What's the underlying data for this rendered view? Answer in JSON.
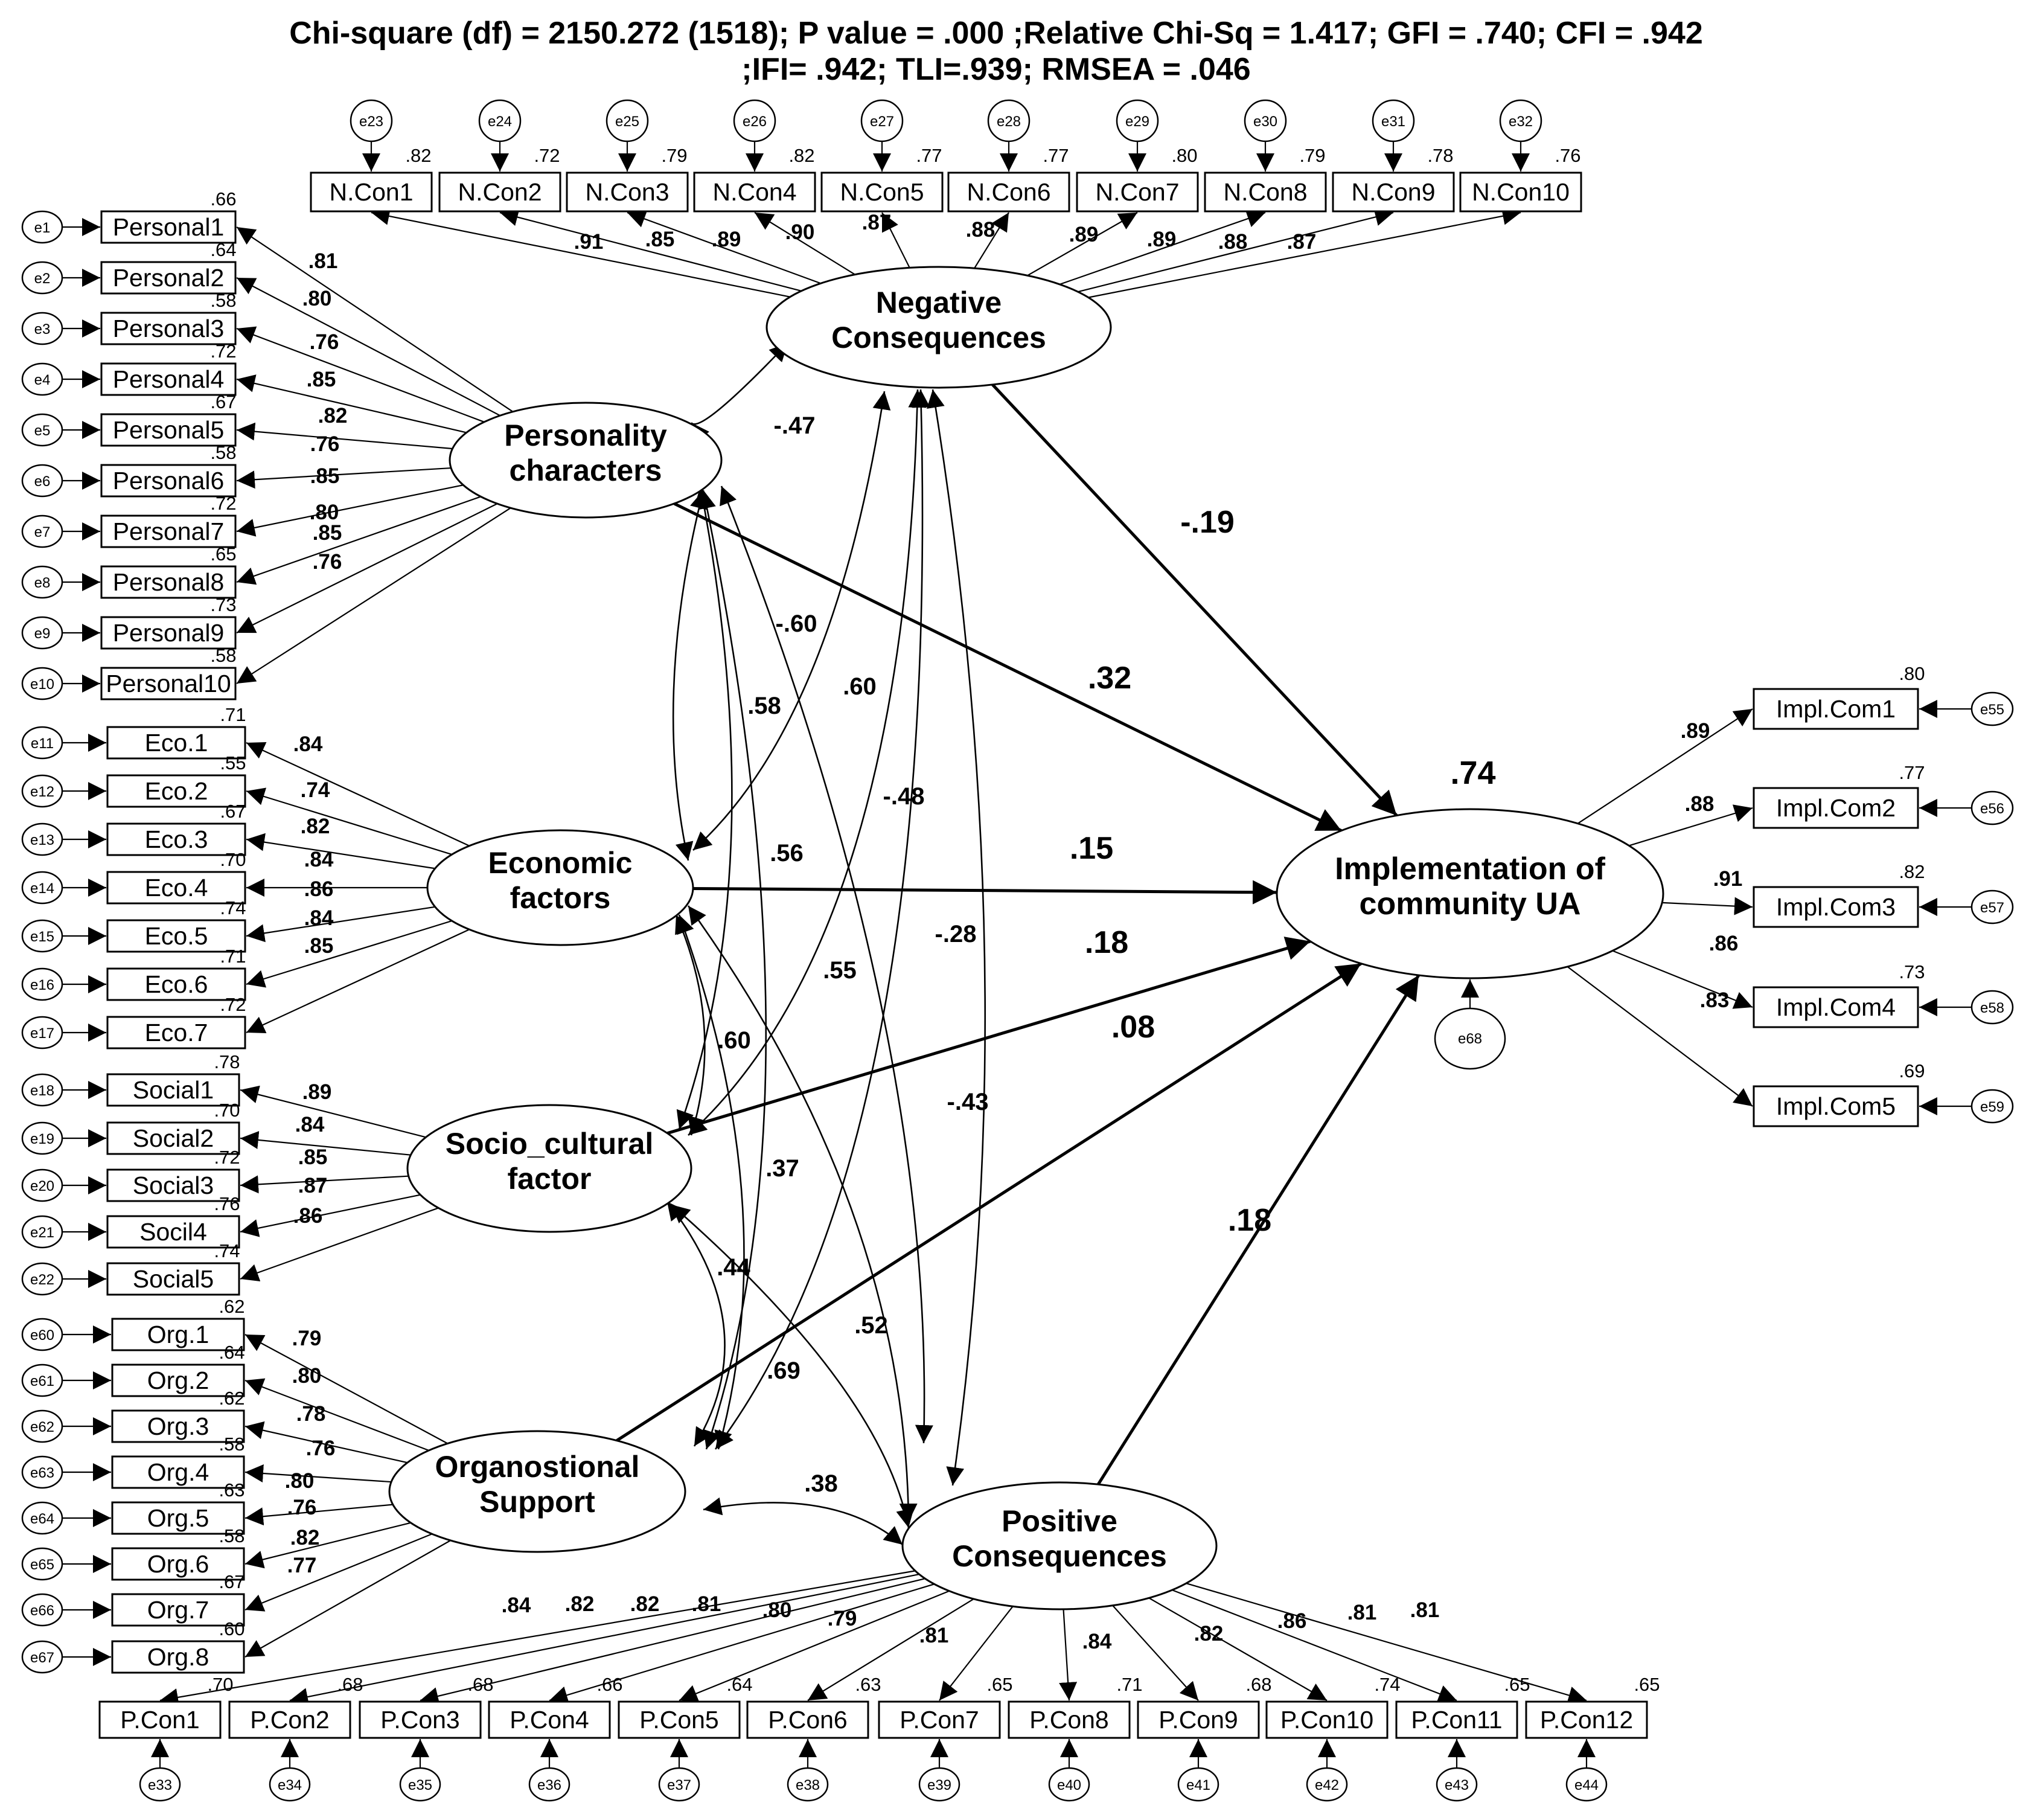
{
  "fit": {
    "line1": "Chi-square (df) = 2150.272 (1518);  P value = .000 ;Relative Chi-Sq = 1.417; GFI = .740; CFI = .942",
    "line2": ";IFI= .942; TLI=.939; RMSEA = .046"
  },
  "latents": {
    "neg": [
      "Negative",
      "Consequences"
    ],
    "pers": [
      "Personality",
      "characters"
    ],
    "eco": [
      "Economic",
      "factors"
    ],
    "soc": [
      "Socio_cultural",
      "factor"
    ],
    "org": [
      "Organostional",
      "Support"
    ],
    "pos": [
      "Positive",
      "Consequences"
    ],
    "impl": [
      "Implementation of",
      "community UA"
    ]
  },
  "disturbance": {
    "name": "e68",
    "impl_r2": ".74"
  },
  "negative": {
    "items": [
      {
        "label": "N.Con1",
        "err": "e23",
        "rsq": ".82",
        "load": ".91"
      },
      {
        "label": "N.Con2",
        "err": "e24",
        "rsq": ".72",
        "load": ".85"
      },
      {
        "label": "N.Con3",
        "err": "e25",
        "rsq": ".79",
        "load": ".89"
      },
      {
        "label": "N.Con4",
        "err": "e26",
        "rsq": ".82",
        "load": ".90"
      },
      {
        "label": "N.Con5",
        "err": "e27",
        "rsq": ".77",
        "load": ".87"
      },
      {
        "label": "N.Con6",
        "err": "e28",
        "rsq": ".77",
        "load": ".88"
      },
      {
        "label": "N.Con7",
        "err": "e29",
        "rsq": ".80",
        "load": ".89"
      },
      {
        "label": "N.Con8",
        "err": "e30",
        "rsq": ".79",
        "load": ".89"
      },
      {
        "label": "N.Con9",
        "err": "e31",
        "rsq": ".78",
        "load": ".88"
      },
      {
        "label": "N.Con10",
        "err": "e32",
        "rsq": ".76",
        "load": ".87"
      }
    ]
  },
  "personality": {
    "items": [
      {
        "label": "Personal1",
        "err": "e1",
        "rsq": ".66",
        "load": ".81"
      },
      {
        "label": "Personal2",
        "err": "e2",
        "rsq": ".64",
        "load": ".80"
      },
      {
        "label": "Personal3",
        "err": "e3",
        "rsq": ".58",
        "load": ".76"
      },
      {
        "label": "Personal4",
        "err": "e4",
        "rsq": ".72",
        "load": ".85"
      },
      {
        "label": "Personal5",
        "err": "e5",
        "rsq": ".67",
        "load": ".82"
      },
      {
        "label": "Personal6",
        "err": "e6",
        "rsq": ".58",
        "load": ".76"
      },
      {
        "label": "Personal7",
        "err": "e7",
        "rsq": ".72",
        "load": ".85"
      },
      {
        "label": "Personal8",
        "err": "e8",
        "rsq": ".65",
        "load": ".80"
      },
      {
        "label": "Personal9",
        "err": "e9",
        "rsq": ".73",
        "load": ".85"
      },
      {
        "label": "Personal10",
        "err": "e10",
        "rsq": ".58",
        "load": ".76"
      }
    ]
  },
  "economic": {
    "items": [
      {
        "label": "Eco.1",
        "err": "e11",
        "rsq": ".71",
        "load": ".84"
      },
      {
        "label": "Eco.2",
        "err": "e12",
        "rsq": ".55",
        "load": ".74"
      },
      {
        "label": "Eco.3",
        "err": "e13",
        "rsq": ".67",
        "load": ".82"
      },
      {
        "label": "Eco.4",
        "err": "e14",
        "rsq": ".70",
        "load": ".84"
      },
      {
        "label": "Eco.5",
        "err": "e15",
        "rsq": ".74",
        "load": ".86"
      },
      {
        "label": "Eco.6",
        "err": "e16",
        "rsq": ".71",
        "load": ".84"
      },
      {
        "label": "Eco.7",
        "err": "e17",
        "rsq": ".72",
        "load": ".85"
      }
    ]
  },
  "social": {
    "items": [
      {
        "label": "Social1",
        "err": "e18",
        "rsq": ".78",
        "load": ".89"
      },
      {
        "label": "Social2",
        "err": "e19",
        "rsq": ".70",
        "load": ".84"
      },
      {
        "label": "Social3",
        "err": "e20",
        "rsq": ".72",
        "load": ".85"
      },
      {
        "label": "Socil4",
        "err": "e21",
        "rsq": ".76",
        "load": ".87"
      },
      {
        "label": "Social5",
        "err": "e22",
        "rsq": ".74",
        "load": ".86"
      }
    ]
  },
  "organizational": {
    "items": [
      {
        "label": "Org.1",
        "err": "e60",
        "rsq": ".62",
        "load": ".79"
      },
      {
        "label": "Org.2",
        "err": "e61",
        "rsq": ".64",
        "load": ".80"
      },
      {
        "label": "Org.3",
        "err": "e62",
        "rsq": ".62",
        "load": ".78"
      },
      {
        "label": "Org.4",
        "err": "e63",
        "rsq": ".58",
        "load": ".76"
      },
      {
        "label": "Org.5",
        "err": "e64",
        "rsq": ".63",
        "load": ".80"
      },
      {
        "label": "Org.6",
        "err": "e65",
        "rsq": ".58",
        "load": ".76"
      },
      {
        "label": "Org.7",
        "err": "e66",
        "rsq": ".67",
        "load": ".82"
      },
      {
        "label": "Org.8",
        "err": "e67",
        "rsq": ".60",
        "load": ".77"
      }
    ]
  },
  "positive": {
    "items": [
      {
        "label": "P.Con1",
        "err": "e33",
        "rsq": ".70",
        "load": ".84"
      },
      {
        "label": "P.Con2",
        "err": "e34",
        "rsq": ".68",
        "load": ".82"
      },
      {
        "label": "P.Con3",
        "err": "e35",
        "rsq": ".68",
        "load": ".82"
      },
      {
        "label": "P.Con4",
        "err": "e36",
        "rsq": ".66",
        "load": ".81"
      },
      {
        "label": "P.Con5",
        "err": "e37",
        "rsq": ".64",
        "load": ".80"
      },
      {
        "label": "P.Con6",
        "err": "e38",
        "rsq": ".63",
        "load": ".79"
      },
      {
        "label": "P.Con7",
        "err": "e39",
        "rsq": ".65",
        "load": ".81"
      },
      {
        "label": "P.Con8",
        "err": "e40",
        "rsq": ".71",
        "load": ".84"
      },
      {
        "label": "P.Con9",
        "err": "e41",
        "rsq": ".68",
        "load": ".82"
      },
      {
        "label": "P.Con10",
        "err": "e42",
        "rsq": ".74",
        "load": ".86"
      },
      {
        "label": "P.Con11",
        "err": "e43",
        "rsq": ".65",
        "load": ".81"
      },
      {
        "label": "P.Con12",
        "err": "e44",
        "rsq": ".65",
        "load": ".81"
      }
    ]
  },
  "implementation": {
    "items": [
      {
        "label": "Impl.Com1",
        "err": "e55",
        "rsq": ".80",
        "load": ".89"
      },
      {
        "label": "Impl.Com2",
        "err": "e56",
        "rsq": ".77",
        "load": ".88"
      },
      {
        "label": "Impl.Com3",
        "err": "e57",
        "rsq": ".82",
        "load": ".91"
      },
      {
        "label": "Impl.Com4",
        "err": "e58",
        "rsq": ".73",
        "load": ".86"
      },
      {
        "label": "Impl.Com5",
        "err": "e59",
        "rsq": ".69",
        "load": ".83"
      }
    ]
  },
  "paths": {
    "neg_impl": "-.19",
    "pers_impl": ".32",
    "eco_impl": ".15",
    "soc_impl": ".18",
    "org_impl": ".08",
    "pos_impl": ".18"
  },
  "correlations": {
    "pers_neg": "-.47",
    "pers_soc": "-.60",
    "pers_eco": ".58",
    "pers_org": ".55",
    "pers_pos": ".56",
    "neg_eco": ".60",
    "neg_soc": "-.48",
    "neg_org": "-.28",
    "neg_pos": "-.43",
    "eco_soc": ".60",
    "eco_org": ".37",
    "eco_pos": ".52",
    "soc_org": ".44",
    "soc_pos": ".69",
    "org_pos": ".38"
  }
}
